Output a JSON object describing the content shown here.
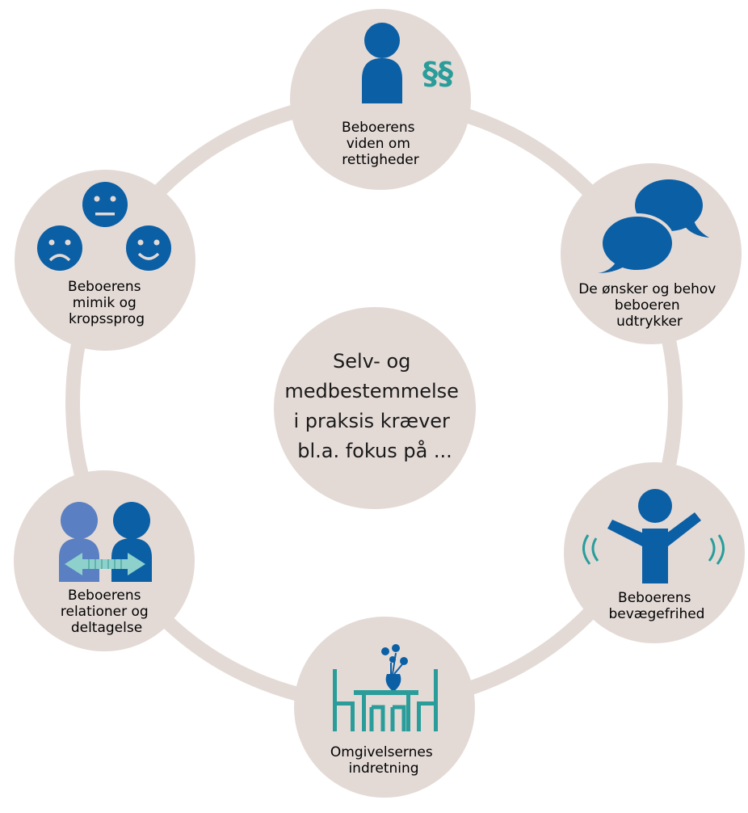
{
  "colors": {
    "node_fill": "#e3dad6",
    "ring_stroke": "#e3dad6",
    "blue": "#0b5fa5",
    "blue_light": "#5a7fc2",
    "teal": "#2a9d9a",
    "arrow_fill": "#8ed1cc"
  },
  "center": {
    "lines": [
      "Selv- og",
      "medbestemmelse",
      "i praksis kræver",
      "bl.a. fokus på ..."
    ]
  },
  "nodes": [
    {
      "id": "rights",
      "icon": "person-paragraph-icon",
      "lines": [
        "Beboerens",
        "viden om",
        "rettigheder"
      ]
    },
    {
      "id": "wishes",
      "icon": "speech-bubbles-icon",
      "lines": [
        "De ønsker og behov",
        "beboeren",
        "udtrykker"
      ]
    },
    {
      "id": "movement",
      "icon": "person-moving-icon",
      "lines": [
        "Beboerens",
        "bevægefrihed"
      ]
    },
    {
      "id": "surroundings",
      "icon": "table-chairs-vase-icon",
      "lines": [
        "Omgivelsernes",
        "indretning"
      ]
    },
    {
      "id": "relations",
      "icon": "two-persons-arrow-icon",
      "lines": [
        "Beboerens",
        "relationer og",
        "deltagelse"
      ]
    },
    {
      "id": "expressions",
      "icon": "faces-icon",
      "lines": [
        "Beboerens",
        "mimik og",
        "kropssprog"
      ]
    }
  ],
  "paragraph_symbol": "§§"
}
